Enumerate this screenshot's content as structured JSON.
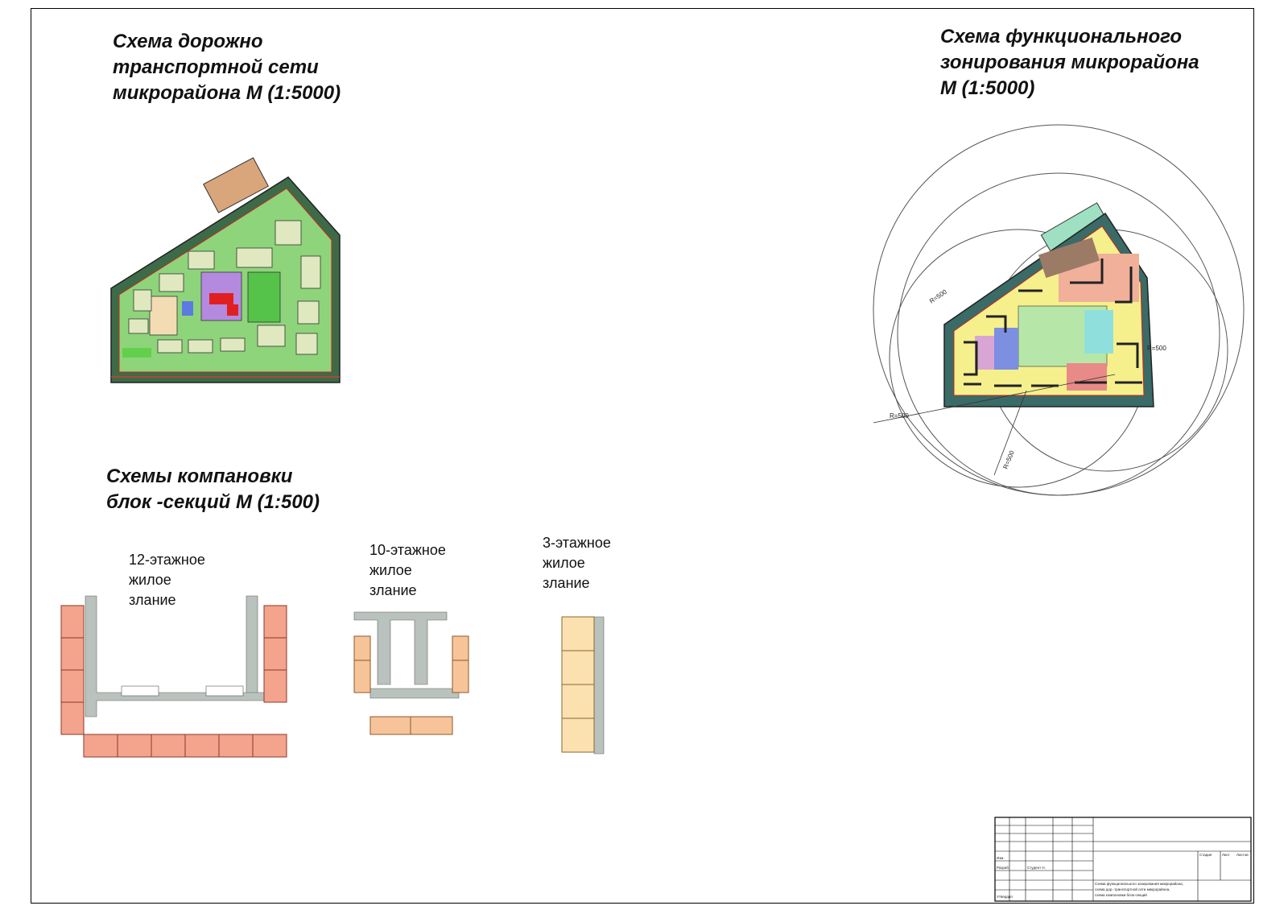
{
  "sheet": {
    "line_color": "#000000"
  },
  "schemes": {
    "road_network": {
      "title_lines": [
        "Схема дорожно",
        "транспортной сети",
        "микрорайона М (1:5000)"
      ]
    },
    "functional_zoning": {
      "title_lines": [
        "Схема функционального",
        "зонирования микрорайона",
        "М (1:5000)"
      ],
      "dimension_labels": [
        "R=500",
        "R=500",
        "R=500",
        "R=500"
      ]
    },
    "block_layout": {
      "title_lines": [
        "Схемы компановки",
        "блок -секций М (1:500)"
      ]
    }
  },
  "buildings": [
    {
      "id": "b12",
      "label_lines": [
        "12-этажное",
        "жилое",
        "злание"
      ],
      "color": "#f4a38c"
    },
    {
      "id": "b10",
      "label_lines": [
        "10-этажное",
        "жилое",
        "злание"
      ],
      "color": "#f7c49a"
    },
    {
      "id": "b3",
      "label_lines": [
        "3-этажное",
        "жилое",
        "злание"
      ],
      "color": "#fbe0b0"
    }
  ],
  "zones_colors": {
    "residential": "#f5f08c",
    "school": "#b7e7a8",
    "kindergarten": "#d9a5d4",
    "sport": "#8fe0dd",
    "commercial": "#f0b09a",
    "parking": "#9fe0c2",
    "road": "#3a6b66"
  },
  "stamp": {
    "row_labels": [
      "Изм.",
      "Разраб.",
      "Утвердил"
    ],
    "designer": "Студент Н.",
    "description_lines": [
      "Схема функционального зонирования микрорайона,",
      "схема дор.-транспортной сети микрорайона,",
      "схема компоновки блок-секций"
    ],
    "col_labels": [
      "Стадия",
      "Лист",
      "Листов"
    ]
  }
}
